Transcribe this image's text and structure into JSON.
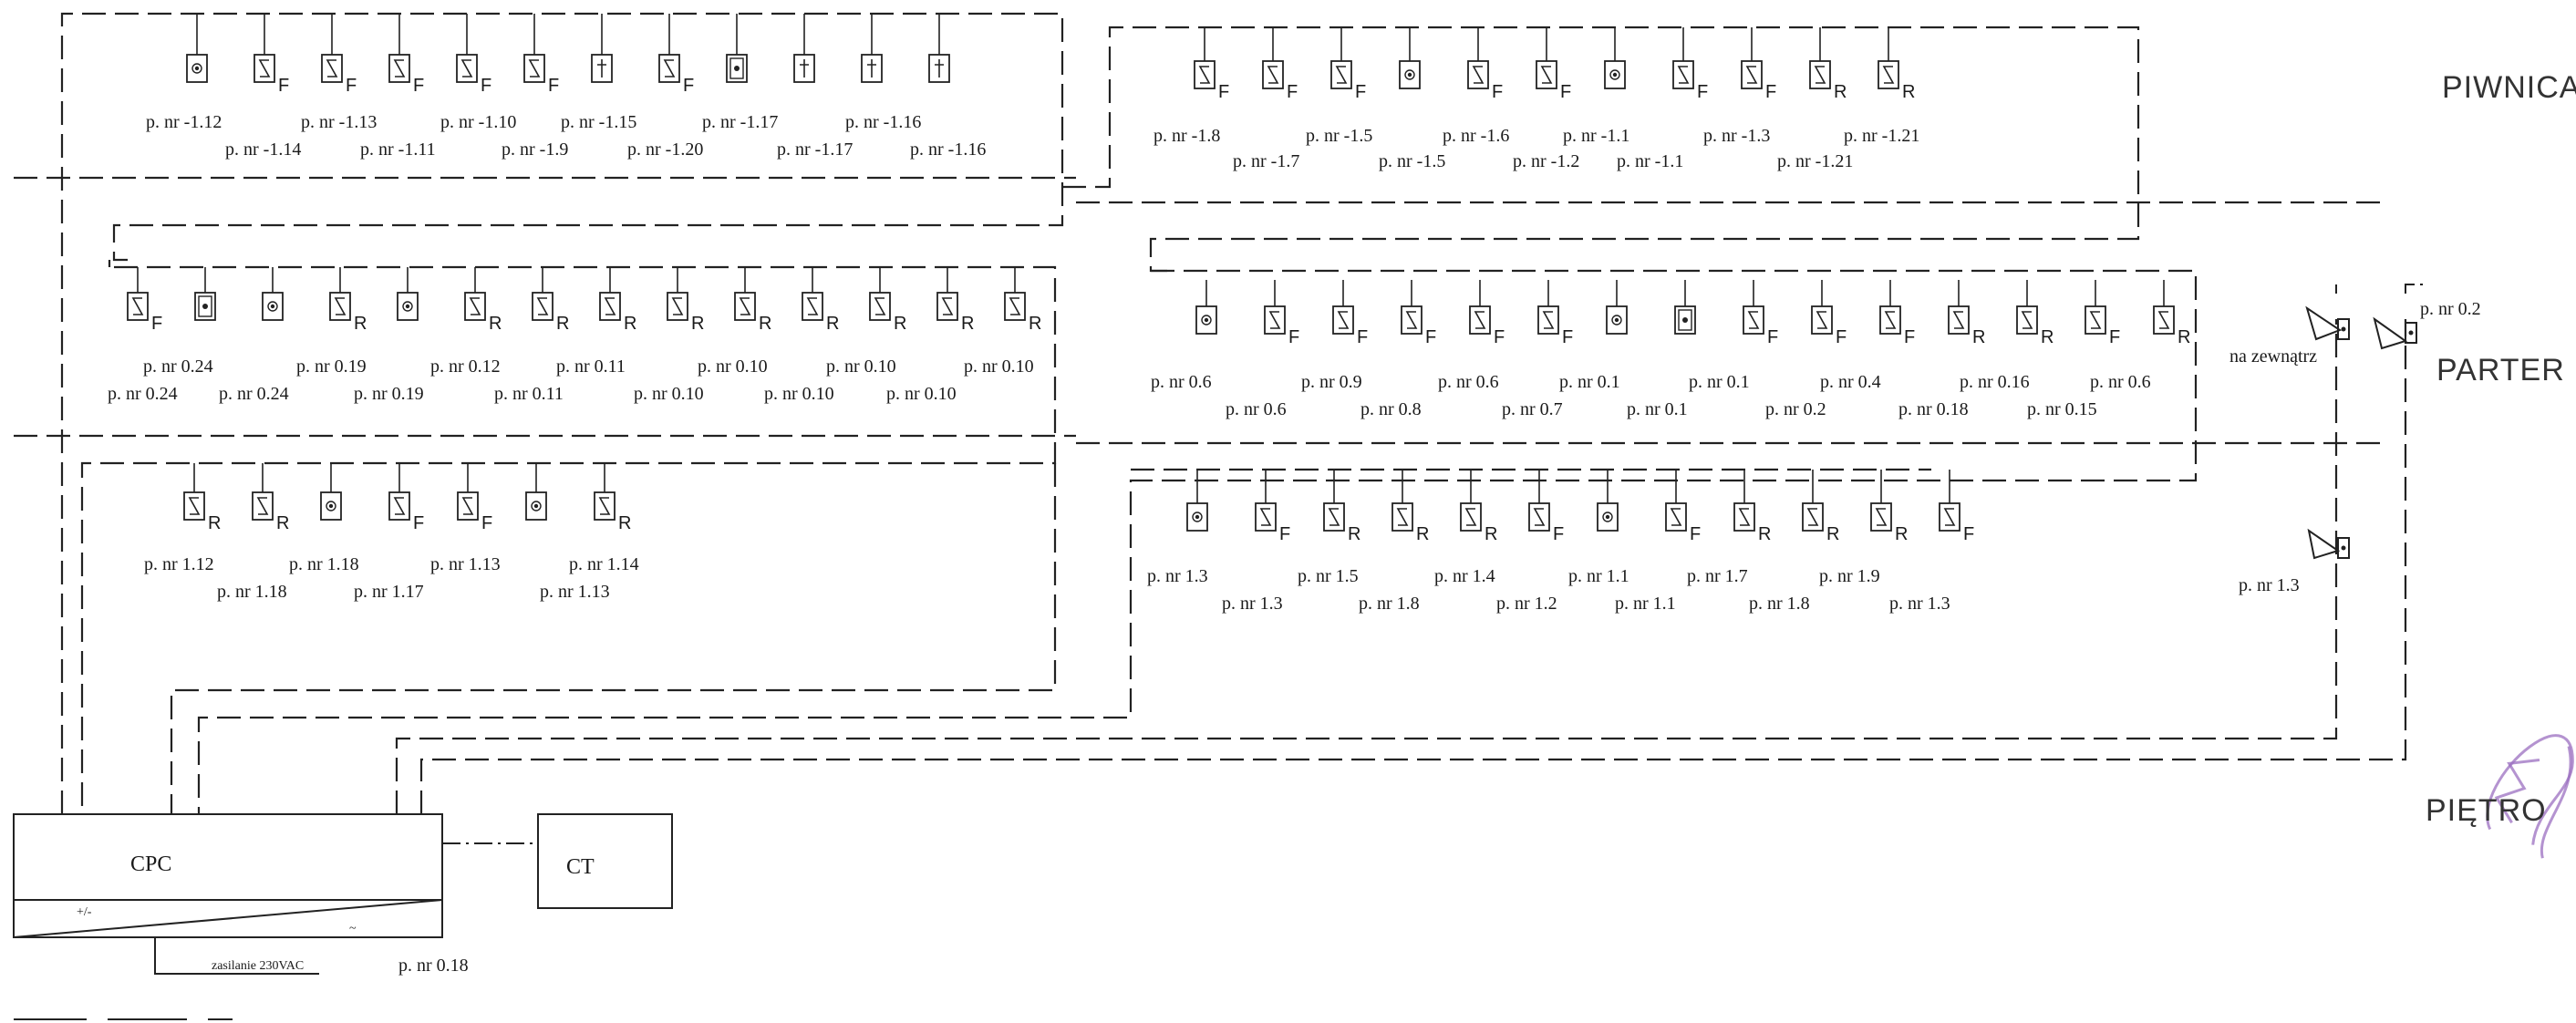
{
  "zones": {
    "basement": "PIWNICA",
    "ground": "PARTER",
    "first": "PIĘTRO"
  },
  "central": {
    "cpc": "CPC",
    "ct": "CT",
    "plus_minus": "+/-",
    "tilde": "~",
    "power": "zasilanie 230VAC",
    "cpc_room": "p. nr 0.18"
  },
  "outside_label": "na zewnątrz",
  "outside_room_ground": "p. nr 0.2",
  "outside_room_first": "p. nr 1.3",
  "groups": [
    {
      "id": "basement-left",
      "devices": [
        {
          "type": "dot",
          "letter": ""
        },
        {
          "type": "s",
          "letter": "F"
        },
        {
          "type": "s",
          "letter": "F"
        },
        {
          "type": "s",
          "letter": "F"
        },
        {
          "type": "s",
          "letter": "F"
        },
        {
          "type": "s",
          "letter": "F"
        },
        {
          "type": "cross",
          "letter": ""
        },
        {
          "type": "s",
          "letter": "F"
        },
        {
          "type": "dotframe",
          "letter": ""
        },
        {
          "type": "cross",
          "letter": ""
        },
        {
          "type": "cross",
          "letter": ""
        },
        {
          "type": "cross",
          "letter": ""
        }
      ],
      "labels_top": [
        "p. nr -1.12",
        "p. nr -1.13",
        "p. nr -1.10",
        "p. nr -1.15",
        "p. nr -1.17",
        "p. nr -1.16"
      ],
      "labels_bottom": [
        "p. nr -1.14",
        "p. nr -1.11",
        "p. nr -1.9",
        "p. nr -1.20",
        "p. nr -1.17",
        "p. nr -1.16"
      ]
    },
    {
      "id": "basement-right",
      "devices": [
        {
          "type": "s",
          "letter": "F"
        },
        {
          "type": "s",
          "letter": "F"
        },
        {
          "type": "s",
          "letter": "F"
        },
        {
          "type": "dot",
          "letter": ""
        },
        {
          "type": "s",
          "letter": "F"
        },
        {
          "type": "s",
          "letter": "F"
        },
        {
          "type": "dot",
          "letter": ""
        },
        {
          "type": "s",
          "letter": "F"
        },
        {
          "type": "s",
          "letter": "F"
        },
        {
          "type": "s",
          "letter": "R"
        },
        {
          "type": "s",
          "letter": "R"
        }
      ],
      "labels_top": [
        "p. nr -1.8",
        "p. nr -1.5",
        "p. nr -1.6",
        "p. nr -1.1",
        "p. nr -1.3",
        "p. nr -1.21"
      ],
      "labels_bottom": [
        "p. nr -1.7",
        "p. nr -1.5",
        "p. nr -1.2",
        "p. nr -1.1",
        "p. nr -1.21"
      ]
    },
    {
      "id": "ground-left",
      "devices": [
        {
          "type": "s",
          "letter": "F"
        },
        {
          "type": "dotframe",
          "letter": ""
        },
        {
          "type": "dot",
          "letter": ""
        },
        {
          "type": "s",
          "letter": "R"
        },
        {
          "type": "dot",
          "letter": ""
        },
        {
          "type": "s",
          "letter": "R"
        },
        {
          "type": "s",
          "letter": "R"
        },
        {
          "type": "s",
          "letter": "R"
        },
        {
          "type": "s",
          "letter": "R"
        },
        {
          "type": "s",
          "letter": "R"
        },
        {
          "type": "s",
          "letter": "R"
        },
        {
          "type": "s",
          "letter": "R"
        },
        {
          "type": "s",
          "letter": "R"
        },
        {
          "type": "s",
          "letter": "R"
        }
      ],
      "labels_top": [
        "p. nr 0.24",
        "p. nr 0.19",
        "p. nr 0.12",
        "p. nr 0.11",
        "p. nr 0.10",
        "p. nr 0.10",
        "p. nr 0.10"
      ],
      "labels_bottom": [
        "p. nr 0.24",
        "p. nr 0.24",
        "p. nr 0.19",
        "p. nr 0.11",
        "p. nr 0.10",
        "p. nr 0.10",
        "p. nr 0.10"
      ]
    },
    {
      "id": "ground-right",
      "devices": [
        {
          "type": "dot",
          "letter": ""
        },
        {
          "type": "s",
          "letter": "F"
        },
        {
          "type": "s",
          "letter": "F"
        },
        {
          "type": "s",
          "letter": "F"
        },
        {
          "type": "s",
          "letter": "F"
        },
        {
          "type": "s",
          "letter": "F"
        },
        {
          "type": "dot",
          "letter": ""
        },
        {
          "type": "dotframe",
          "letter": ""
        },
        {
          "type": "s",
          "letter": "F"
        },
        {
          "type": "s",
          "letter": "F"
        },
        {
          "type": "s",
          "letter": "F"
        },
        {
          "type": "s",
          "letter": "R"
        },
        {
          "type": "s",
          "letter": "R"
        },
        {
          "type": "s",
          "letter": "F"
        },
        {
          "type": "s",
          "letter": "R"
        }
      ],
      "labels_top": [
        "p. nr 0.6",
        "p. nr 0.9",
        "p. nr 0.6",
        "p. nr 0.1",
        "p. nr 0.1",
        "p. nr 0.4",
        "p. nr 0.16",
        "p. nr 0.6"
      ],
      "labels_bottom": [
        "p. nr 0.6",
        "p. nr 0.8",
        "p. nr 0.7",
        "p. nr 0.1",
        "p. nr 0.2",
        "p. nr 0.18",
        "p. nr 0.15"
      ]
    },
    {
      "id": "first-left",
      "devices": [
        {
          "type": "s",
          "letter": "R"
        },
        {
          "type": "s",
          "letter": "R"
        },
        {
          "type": "dot",
          "letter": ""
        },
        {
          "type": "s",
          "letter": "F"
        },
        {
          "type": "s",
          "letter": "F"
        },
        {
          "type": "dot",
          "letter": ""
        },
        {
          "type": "s",
          "letter": "R"
        }
      ],
      "labels_top": [
        "p. nr 1.12",
        "p. nr 1.18",
        "p. nr 1.13",
        "p. nr 1.14"
      ],
      "labels_bottom": [
        "p. nr 1.18",
        "p. nr 1.17",
        "p. nr 1.13"
      ]
    },
    {
      "id": "first-right",
      "devices": [
        {
          "type": "dot",
          "letter": ""
        },
        {
          "type": "s",
          "letter": "F"
        },
        {
          "type": "s",
          "letter": "R"
        },
        {
          "type": "s",
          "letter": "R"
        },
        {
          "type": "s",
          "letter": "R"
        },
        {
          "type": "s",
          "letter": "F"
        },
        {
          "type": "dot",
          "letter": ""
        },
        {
          "type": "s",
          "letter": "F"
        },
        {
          "type": "s",
          "letter": "R"
        },
        {
          "type": "s",
          "letter": "R"
        },
        {
          "type": "s",
          "letter": "R"
        },
        {
          "type": "s",
          "letter": "F"
        }
      ],
      "labels_top": [
        "p. nr 1.3",
        "p. nr 1.5",
        "p. nr 1.4",
        "p. nr 1.1",
        "p. nr 1.7",
        "p. nr 1.9"
      ],
      "labels_bottom": [
        "p. nr 1.3",
        "p. nr 1.8",
        "p. nr 1.2",
        "p. nr 1.1",
        "p. nr 1.8",
        "p. nr 1.3"
      ]
    }
  ]
}
